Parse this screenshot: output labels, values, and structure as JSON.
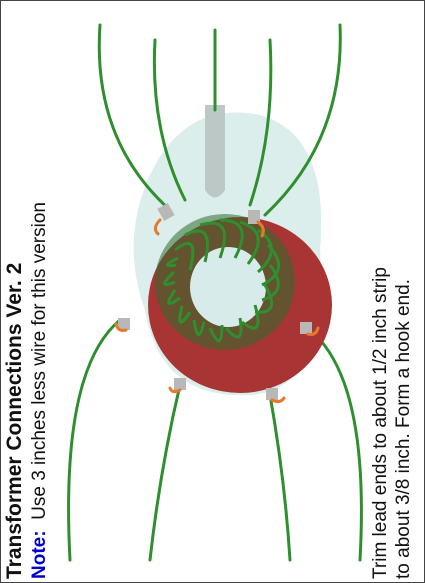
{
  "header": {
    "title": "Transformer Connections Ver. 2",
    "note_label": "Note:",
    "note_text": "Use 3 inches less wire for this version"
  },
  "instructions": {
    "line1": "Trim lead ends to about 1/2 inch strip",
    "line2": "to about 3/8 inch. Form a hook end."
  },
  "colors": {
    "wire": "#2f8f2f",
    "core": "#a83434",
    "hook": "#e8782e",
    "stripped_end": "#b8b8b8"
  }
}
